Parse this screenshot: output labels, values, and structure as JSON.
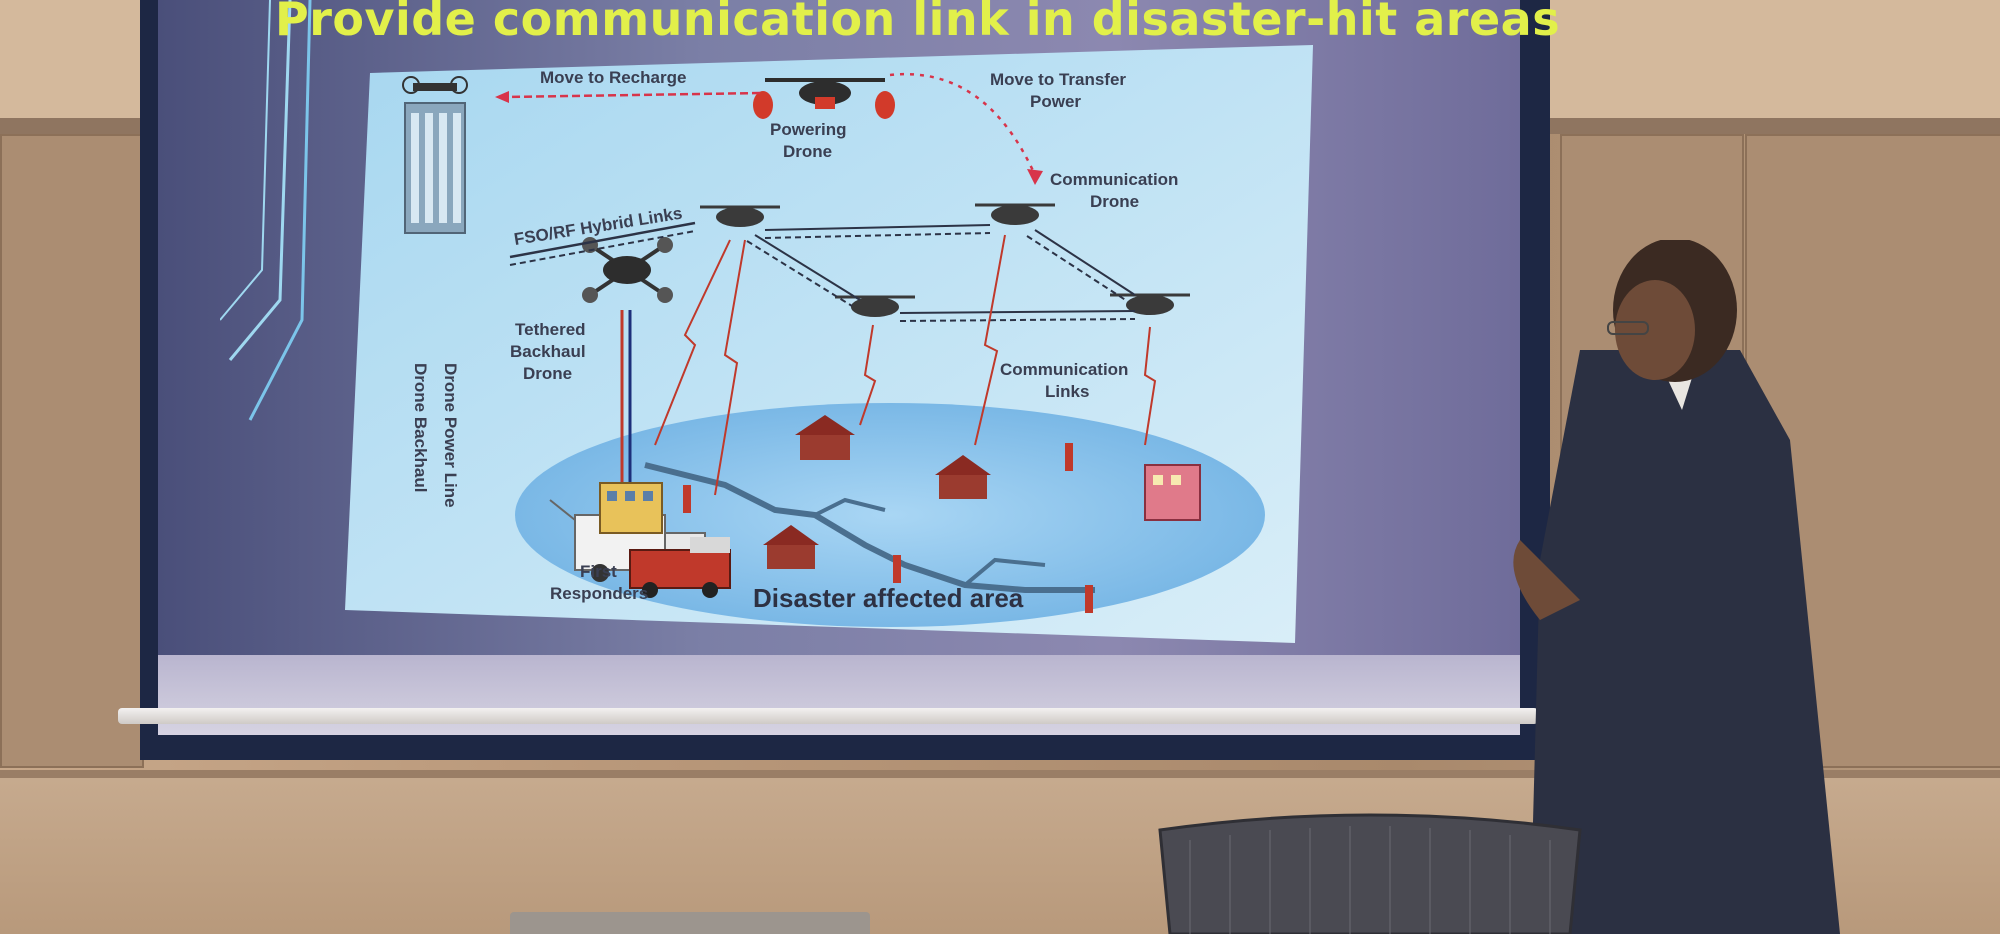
{
  "slide": {
    "title": "Provide communication link in disaster-hit areas",
    "labels": {
      "move_to_recharge": "Move to Recharge",
      "move_to_transfer": "Move to Transfer",
      "move_to_transfer_2": "Power",
      "powering_1": "Powering",
      "powering_2": "Drone",
      "comm_drone_1": "Communication",
      "comm_drone_2": "Drone",
      "fso_rf": "FSO/RF Hybrid Links",
      "tethered_1": "Tethered",
      "tethered_2": "Backhaul",
      "tethered_3": "Drone",
      "drone_backhaul": "Drone Backhaul",
      "drone_power_line": "Drone Power Line",
      "comm_links_1": "Communication",
      "comm_links_2": "Links",
      "first_1": "First",
      "first_2": "Responders",
      "disaster_area": "Disaster affected area"
    }
  },
  "colors": {
    "title": "#e2f04a",
    "diagram_bg": "#bfe3f5",
    "disaster_zone": "#8fc6ec",
    "link_line": "#2c3346",
    "lightning": "#c0392b",
    "recharge_arrow": "#d8344a"
  },
  "icons": [
    "drone-icon",
    "building-icon",
    "house-icon",
    "truck-icon",
    "fire-truck-icon",
    "person-icon",
    "lightning-icon"
  ]
}
